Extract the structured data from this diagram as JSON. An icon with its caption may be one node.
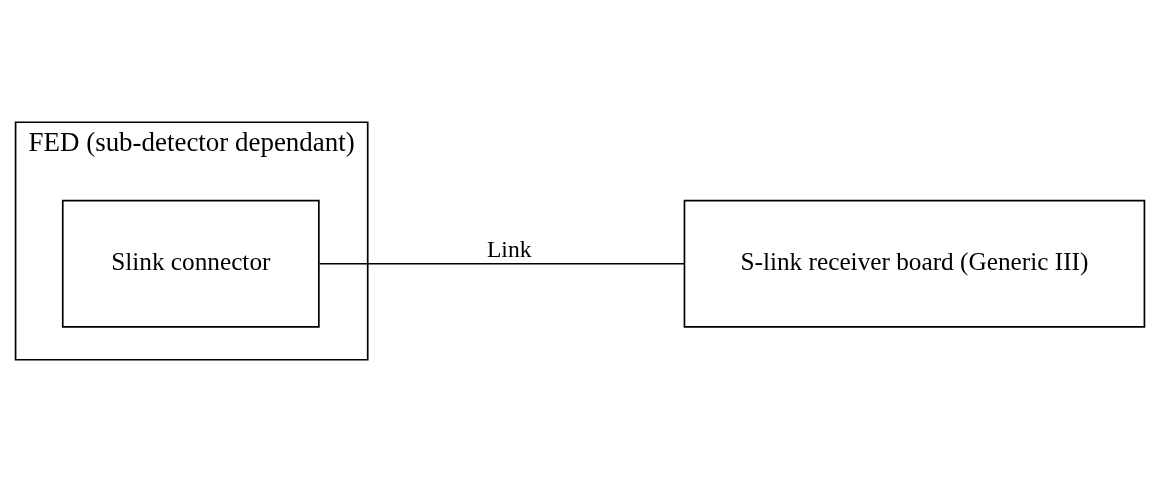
{
  "diagram": {
    "nodes": [
      {
        "text": [
          "FED (sub-detector dependant)"
        ]
      },
      {
        "text": [
          "Slink connector"
        ],
        "in": 0
      },
      {
        "text": [
          "S-link receiver board (Generic III)"
        ]
      }
    ],
    "edges": [
      {
        "from": 1,
        "to": 2,
        "arrow": "none",
        "label": "Link"
      }
    ]
  }
}
